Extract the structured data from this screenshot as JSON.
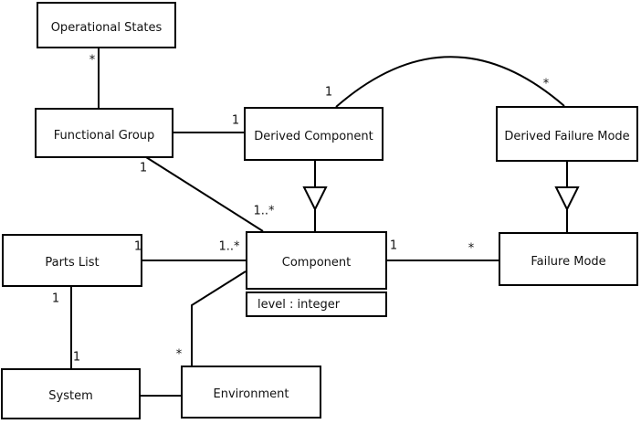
{
  "diagram_type": "uml-class-diagram",
  "canvas": {
    "background": "#ffffff",
    "stroke_color": "#000000",
    "box_fill": "#ffffff"
  },
  "classes": [
    {
      "name": "Operational States"
    },
    {
      "name": "Functional Group"
    },
    {
      "name": "Derived Component"
    },
    {
      "name": "Derived Failure Mode"
    },
    {
      "name": "Parts List"
    },
    {
      "name": "Component",
      "attributes": [
        "level : integer"
      ]
    },
    {
      "name": "Failure Mode"
    },
    {
      "name": "System"
    },
    {
      "name": "Environment"
    }
  ],
  "labels": {
    "os_fg_star": "*",
    "fg_dc_one": "1",
    "fg_comp_one": "1",
    "fg_comp_many": "1..*",
    "dc_arc_one": "1",
    "dfm_arc_star": "*",
    "pl_comp_one": "1",
    "pl_comp_many": "1..*",
    "comp_fm_one": "1",
    "comp_fm_star": "*",
    "pl_sys_top": "1",
    "pl_sys_bottom": "1",
    "comp_env_star": "*"
  },
  "relationships": [
    {
      "from": "Operational States",
      "to": "Functional Group",
      "type": "association",
      "end_labels": {
        "Operational States": "*"
      }
    },
    {
      "from": "Functional Group",
      "to": "Derived Component",
      "type": "association",
      "end_labels": {
        "Derived Component": "1"
      }
    },
    {
      "from": "Functional Group",
      "to": "Component",
      "type": "association",
      "end_labels": {
        "Functional Group": "1",
        "Component": "1..*"
      }
    },
    {
      "from": "Derived Component",
      "to": "Component",
      "type": "generalization"
    },
    {
      "from": "Derived Component",
      "to": "Derived Failure Mode",
      "type": "association-arc",
      "end_labels": {
        "Derived Component": "1",
        "Derived Failure Mode": "*"
      }
    },
    {
      "from": "Derived Failure Mode",
      "to": "Failure Mode",
      "type": "generalization"
    },
    {
      "from": "Parts List",
      "to": "Component",
      "type": "association",
      "end_labels": {
        "Parts List": "1",
        "Component": "1..*"
      }
    },
    {
      "from": "Component",
      "to": "Failure Mode",
      "type": "association",
      "end_labels": {
        "Component": "1",
        "Failure Mode": "*"
      }
    },
    {
      "from": "Parts List",
      "to": "System",
      "type": "association",
      "end_labels": {
        "Parts List": "1",
        "System": "1"
      }
    },
    {
      "from": "Component",
      "to": "Environment",
      "type": "association",
      "end_labels": {
        "Environment": "*"
      }
    },
    {
      "from": "System",
      "to": "Environment",
      "type": "association"
    }
  ]
}
